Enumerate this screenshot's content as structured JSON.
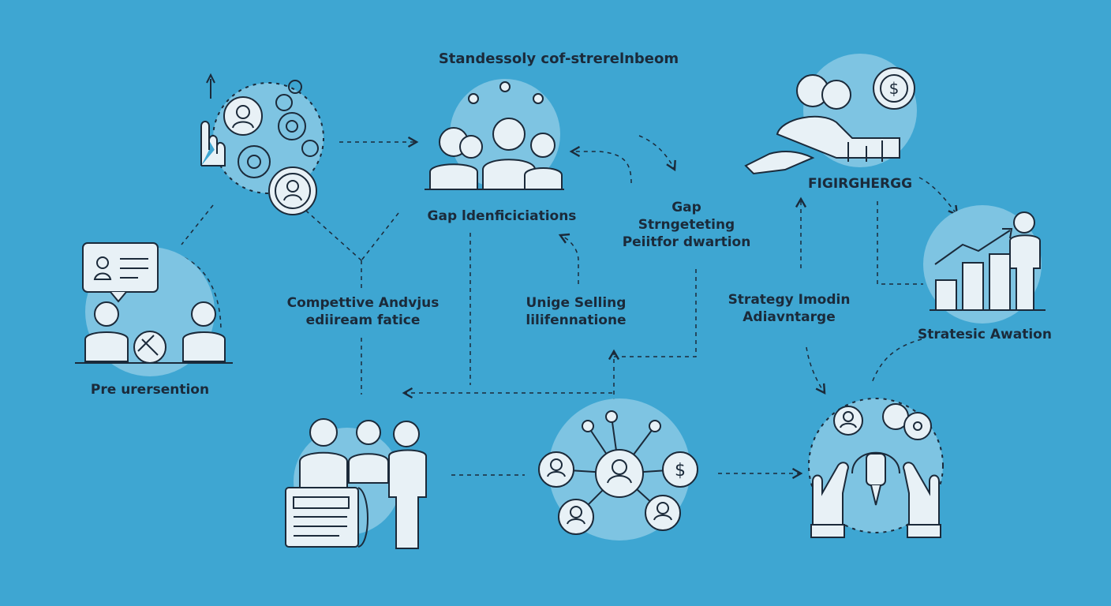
{
  "diagram": {
    "title": "Standessoly cof-strerelnbeom",
    "labels": {
      "gap_identification": "Gap ldenficiciations",
      "gap_strategy": [
        "Gap",
        "Strngeteting",
        "Peiitfor dwartion"
      ],
      "figirgherg": "FIGIRGHERGG",
      "pre_ursersention": "Pre urersention",
      "competitive": [
        "Compettive Andvjus",
        "ediiream fatice"
      ],
      "usp": [
        "Unige Selling",
        "lilifennatione"
      ],
      "strategy_advantage": [
        "Strategy Imodin",
        "Adiavntarge"
      ],
      "strategic_awation": "Stratesic Awation"
    },
    "icons": {
      "top_left": "gears-person-hand-icon",
      "top_center": "team-group-icon",
      "top_right": "handshake-dollar-gear-icon",
      "left": "presentation-meeting-icon",
      "right": "growth-chart-person-icon",
      "bottom_left": "team-document-icon",
      "bottom_center": "network-hub-icon",
      "bottom_right": "hands-tool-icon"
    },
    "colors": {
      "background": "#3ea6d2",
      "circle": "#7ec4e2",
      "stroke": "#1b2a3a",
      "fill": "#e8f1f6"
    }
  }
}
